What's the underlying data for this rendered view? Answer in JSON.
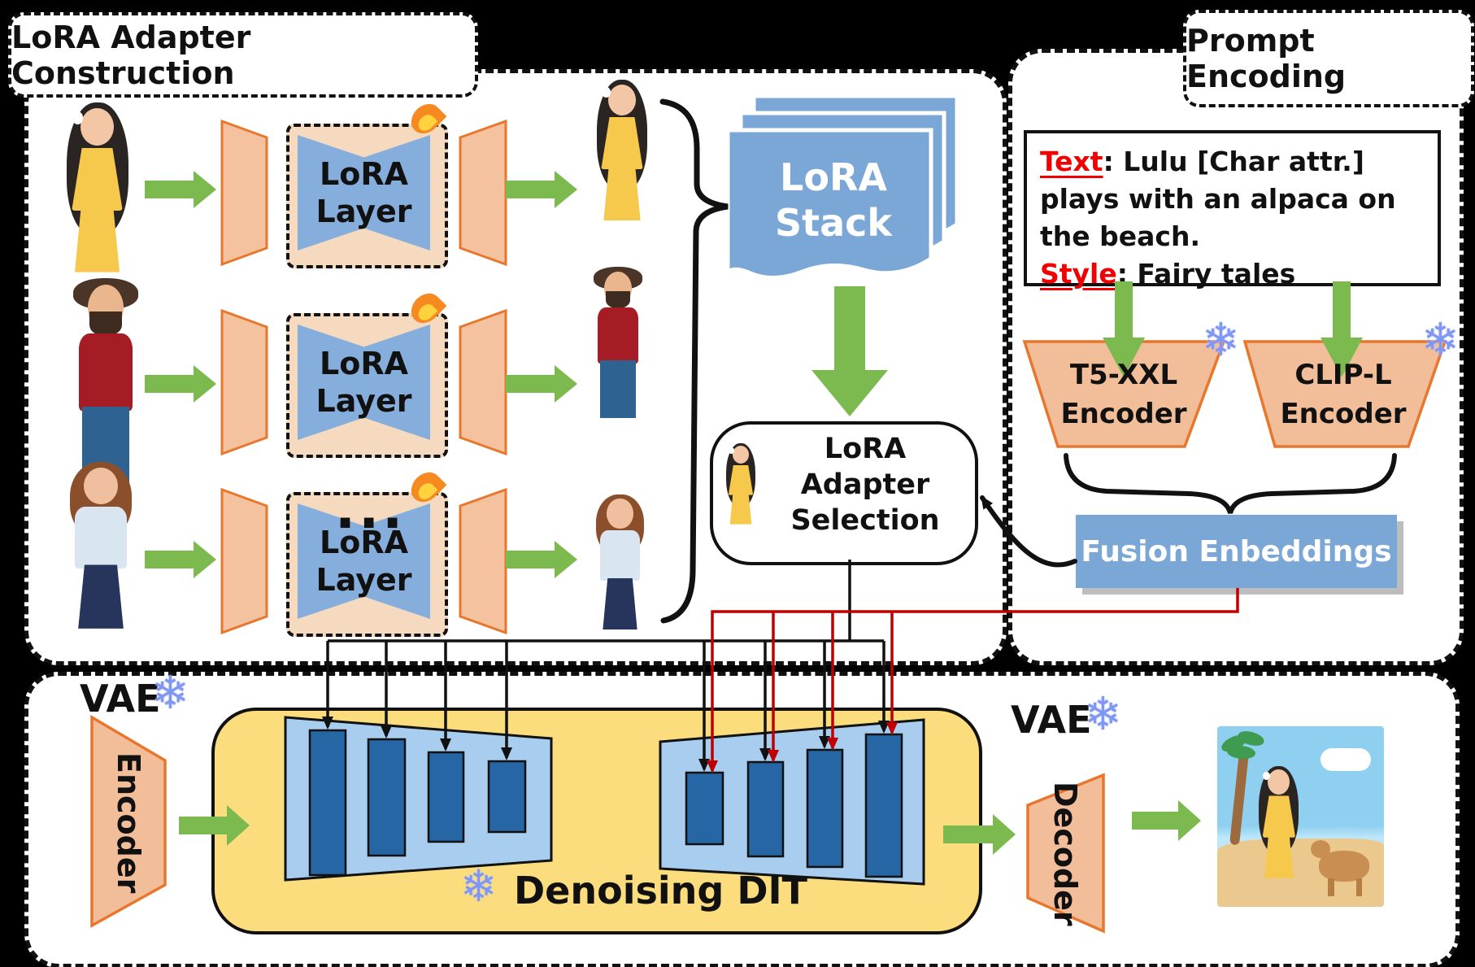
{
  "colors": {
    "arrow_green": "#7CBA4F",
    "wire_red": "#C00000",
    "wire_black": "#111111",
    "frozen_blue": "#7F96F2",
    "stack_blue": "#7BA7D7",
    "dit_yellow": "#FBDD7E",
    "bar_blue": "#2766A5",
    "funnel_orange_fill": "#F4C29E",
    "funnel_orange_border": "#E8772E"
  },
  "panels": {
    "construction": {
      "title": "LoRA Adapter Construction"
    },
    "prompt_encoding": {
      "title": "Prompt Encoding"
    }
  },
  "construction": {
    "rows": [
      {
        "label": "LoRA Layer"
      },
      {
        "label": "LoRA Layer"
      },
      {
        "label": "LoRA Layer"
      }
    ],
    "ellipsis": "...",
    "stack": {
      "line1": "LoRA",
      "line2": "Stack"
    },
    "selection": {
      "line1": "LoRA Adapter",
      "line2": "Selection"
    }
  },
  "prompt": {
    "line1_label": "Text",
    "line1_rest": ": Lulu [Char attr.]",
    "line2": "plays with an alpaca on",
    "line3": "the beach.",
    "line4_label": "Style",
    "line4_rest": ": Fairy tales",
    "t5": {
      "line1": "T5-XXL",
      "line2": "Encoder"
    },
    "clip": {
      "line1": "CLIP-L",
      "line2": "Encoder"
    },
    "fusion_label": "Fusion Enbeddings"
  },
  "generation": {
    "vae_left": "VAE",
    "vae_right": "VAE",
    "encoder_label": "Encoder",
    "decoder_label": "Decoder",
    "dit_label": "Denoising DIT"
  },
  "icons": {
    "snowflake": "❄"
  },
  "people": {
    "girl": {
      "hair": "#2A2523",
      "skin": "#F3C6A5",
      "top": "#F6C94C",
      "bottom": "#F6C94C",
      "hairH": "74%",
      "flower": true,
      "dress": true
    },
    "man": {
      "hair": "#4A3528",
      "skin": "#E9B68E",
      "top": "#A51C25",
      "bottom": "#2E6391",
      "hairH": "14%",
      "beard": "#3E2C20"
    },
    "woman": {
      "hair": "#8C4F2B",
      "skin": "#F0BFA0",
      "top": "#D9E6F2",
      "bottom": "#27355C",
      "hairH": "42%",
      "skirt": true
    }
  }
}
